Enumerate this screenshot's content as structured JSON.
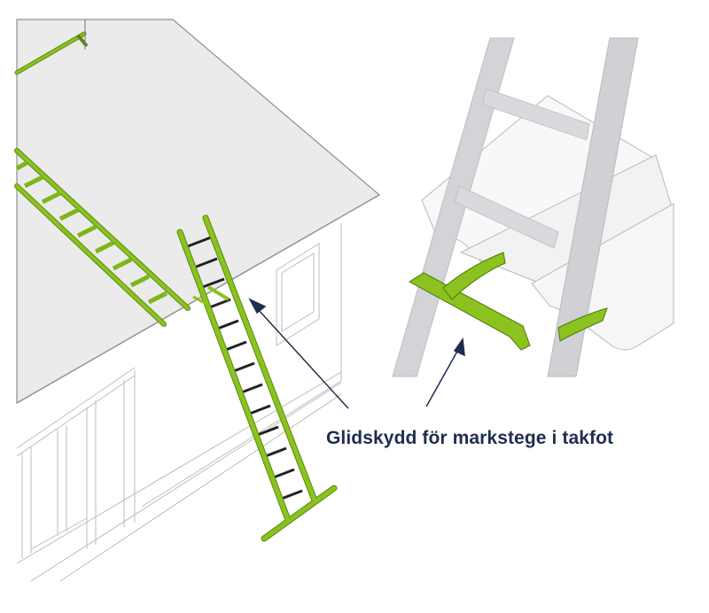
{
  "figure": {
    "caption": "Glidskydd för markstege i takfot",
    "colors": {
      "ladder_green": "#8cc21f",
      "ladder_green_dark": "#5a8a10",
      "roof_gray": "#ebebeb",
      "outline_gray": "#9a9a9a",
      "arrow_navy": "#1f2d4e",
      "aluminium": "#d4d6d9"
    },
    "panels": [
      {
        "name": "house-overview",
        "description": "House with roof ladder and ground ladder leaning against eaves"
      },
      {
        "name": "detail-closeup",
        "description": "Close-up of anti-slip guard on ladder at roof tiles"
      }
    ]
  }
}
